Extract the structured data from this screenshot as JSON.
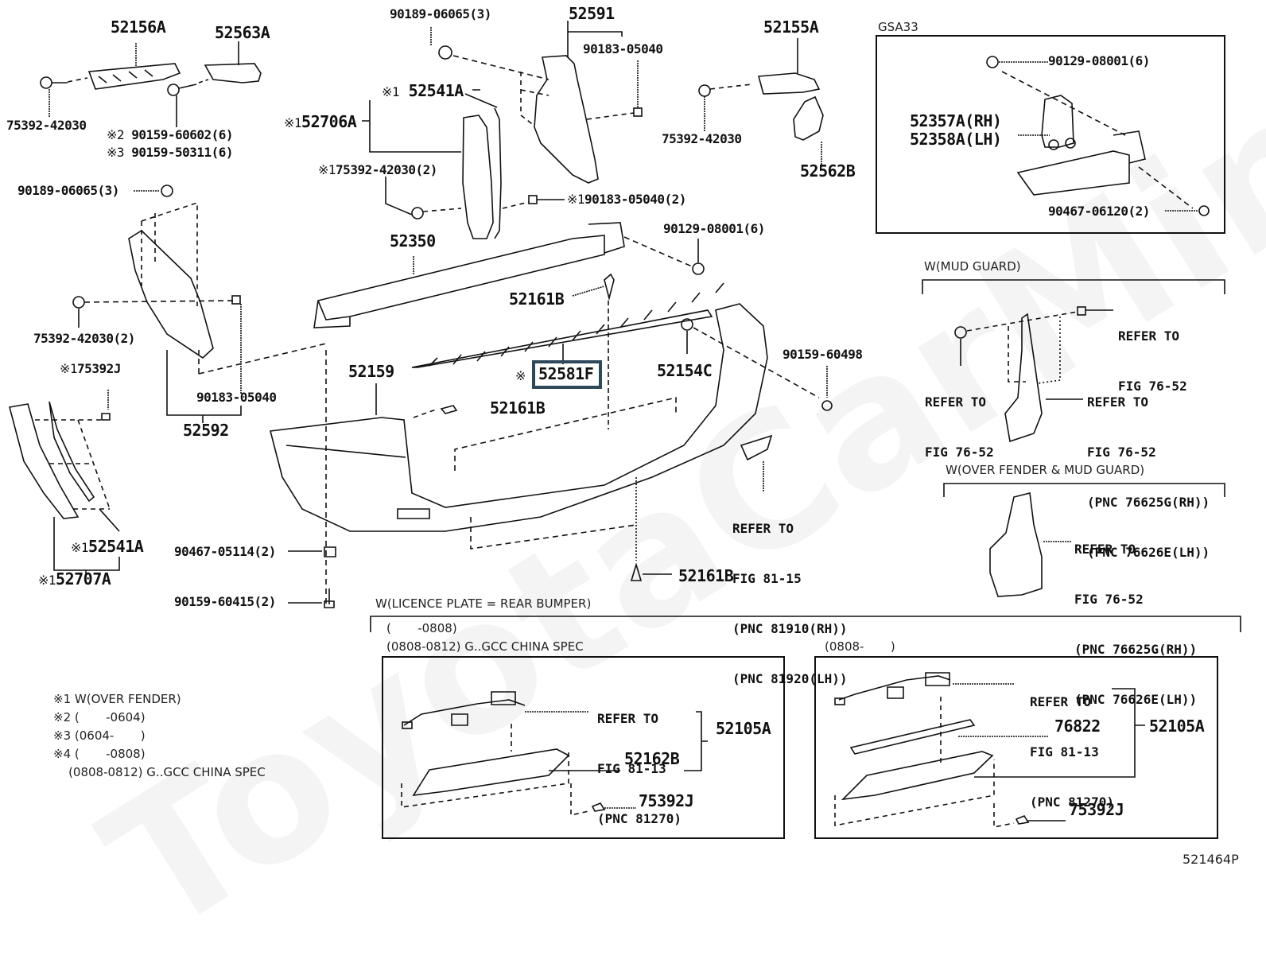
{
  "diagram": {
    "title_code": "521464P",
    "watermark": "ToyotaCarMine.ru",
    "highlight_color": "#2e4a5a",
    "parts": {
      "p52156A": "52156A",
      "p52563A": "52563A",
      "p75392_42030_a": "75392-42030",
      "p90159_60602": "90159-60602(6)",
      "p90159_50311": "90159-50311(6)",
      "mark2": "※2",
      "mark3": "※3",
      "p90189_06065_a": "90189-06065(3)",
      "p90189_06065_b": "90189-06065(3)",
      "p52591": "52591",
      "p90183_05040_a": "90183-05040",
      "p52541A_top": "52541A",
      "p52706A": "52706A",
      "p75392_42030_2_top": "75392-42030(2)",
      "p90183_05040_2": "90183-05040(2)",
      "p52155A": "52155A",
      "p75392_42030_b": "75392-42030",
      "p52562B": "52562B",
      "p90129_08001_main": "90129-08001(6)",
      "p52350": "52350",
      "p52161B_a": "52161B",
      "p75392_42030_2_left": "75392-42030(2)",
      "p90183_05040_b": "90183-05040",
      "p52592": "52592",
      "p75392J_left": "75392J",
      "p52159": "52159",
      "p52581F": "52581F",
      "p52154C": "52154C",
      "p90159_60498": "90159-60498",
      "p52161B_b": "52161B",
      "p52541A_bottom": "52541A",
      "p52707A": "52707A",
      "p90467_05114": "90467-05114(2)",
      "p90159_60415": "90159-60415(2)",
      "p52161B_c": "52161B",
      "mark1": "※1",
      "mark_plain": "※"
    },
    "refer_bumper_light": [
      "REFER TO",
      "FIG 81-15",
      "(PNC 81910(RH))",
      "(PNC 81920(LH))"
    ],
    "gsa33": {
      "title": "GSA33",
      "p90129_08001": "90129-08001(6)",
      "p52357A": "52357A(RH)",
      "p52358A": "52358A(LH)",
      "p90467_06120": "90467-06120(2)"
    },
    "mud_guard": {
      "title": "W(MUD GUARD)",
      "refer_clip": [
        "REFER TO",
        "FIG 76-52"
      ],
      "refer_screw": [
        "REFER TO",
        "FIG 76-52"
      ],
      "refer_guard": [
        "REFER TO",
        "FIG 76-52",
        "(PNC 76625G(RH))",
        "(PNC 76626E(LH))"
      ]
    },
    "over_fender_mud_guard": {
      "title": "W(OVER FENDER & MUD GUARD)",
      "refer_guard": [
        "REFER TO",
        "FIG 76-52",
        "(PNC 76625G(RH))",
        "(PNC 76626E(LH))"
      ]
    },
    "licence_plate": {
      "title": "W(LICENCE PLATE = REAR BUMPER)",
      "left_range_1": "(       -0808)",
      "left_range_2": "(0808-0812) G..GCC CHINA SPEC",
      "right_range": "(0808-       )",
      "left_box": {
        "refer": [
          "REFER TO",
          "FIG 81-13",
          "(PNC 81270)"
        ],
        "p52105A": "52105A",
        "p52162B": "52162B",
        "p75392J": "75392J"
      },
      "right_box": {
        "refer": [
          "REFER TO",
          "FIG 81-13",
          "(PNC 81270)"
        ],
        "p76822": "76822",
        "p52105A": "52105A",
        "p75392J": "75392J"
      }
    },
    "footnotes": [
      "※1 W(OVER FENDER)",
      "※2 (       -0604)",
      "※3 (0604-       )",
      "※4 (       -0808)",
      "    (0808-0812) G..GCC CHINA SPEC"
    ]
  }
}
